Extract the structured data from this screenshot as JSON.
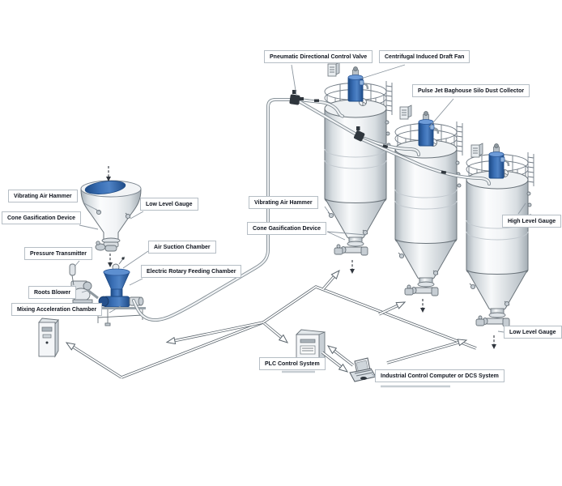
{
  "diagram": {
    "description": "Pneumatic conveying silo system diagram",
    "colors": {
      "equipment_blue": "#2e62a6",
      "equipment_blue_dark": "#1d4a85",
      "outline_gray": "#6a737a",
      "pipe_gray": "#7f8a91",
      "signal_gray": "#5c666e",
      "label_border": "#b6bec5",
      "label_text": "#10151f",
      "background": "#ffffff"
    },
    "labels": {
      "pneumatic_directional_control_valve": "Pneumatic Directional Control Valve",
      "centrifugal_induced_draft_fan": "Centrifugal Induced Draft Fan",
      "pulse_jet_baghouse": "Pulse Jet Baghouse Silo Dust Collector",
      "vibrating_air_hammer_left": "Vibrating Air Hammer",
      "low_level_gauge_left": "Low Level Gauge",
      "cone_gasification_device_left": "Cone Gasification Device",
      "pressure_transmitter": "Pressure Transmitter",
      "air_suction_chamber": "Air Suction Chamber",
      "electric_rotary_feeding_chamber": "Electric Rotary Feeding Chamber",
      "roots_blower": "Roots Blower",
      "mixing_acceleration_chamber": "Mixing Acceleration Chamber",
      "vibrating_air_hammer_mid": "Vibrating Air Hammer",
      "cone_gasification_device_mid": "Cone Gasification Device",
      "high_level_gauge": "High Level Gauge",
      "low_level_gauge_right": "Low Level Gauge",
      "plc_control_system": "PLC Control System",
      "industrial_control_computer": "Industrial Control Computer or DCS System"
    }
  }
}
